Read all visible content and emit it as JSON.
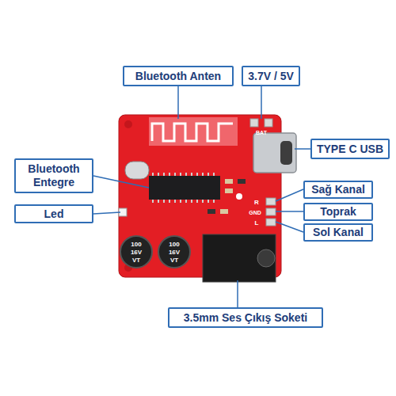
{
  "diagram": {
    "nodes": [
      {
        "text": [
          "Bluetooth Anten"
        ]
      },
      {
        "text": [
          "3.7V / 5V"
        ]
      },
      {
        "text": [
          "TYPE C USB"
        ]
      },
      {
        "text": [
          "Bluetooth Entegre"
        ]
      },
      {
        "text": [
          "Led"
        ]
      },
      {
        "text": [
          "Sağ Kanal"
        ]
      },
      {
        "text": [
          "Toprak"
        ]
      },
      {
        "text": [
          "Sol Kanal"
        ]
      },
      {
        "text": [
          "3.5mm Ses Çıkış Soketi"
        ]
      }
    ],
    "labels": [
      "BAT",
      "R",
      "GND",
      "L",
      "100",
      "16V",
      "VT",
      "100",
      "16V",
      "VT"
    ]
  }
}
